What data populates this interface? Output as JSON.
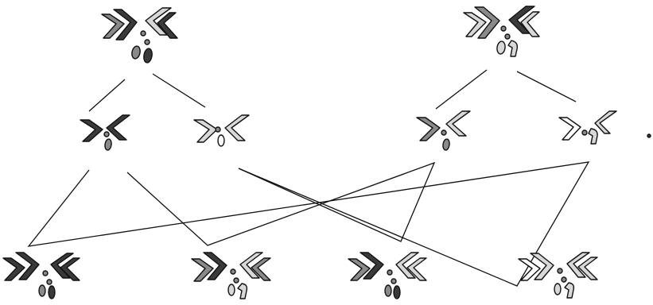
{
  "diagram": {
    "kind": "chromosome-combination-genealogy",
    "top_row_count": 2,
    "middle_row_count": 4,
    "bottom_row_count": 4,
    "colors": {
      "ink": "#111111",
      "dark": "#3a3a3a",
      "mid": "#8a8a8a",
      "light": "#d8d8d8",
      "paper": "#ffffff"
    }
  }
}
